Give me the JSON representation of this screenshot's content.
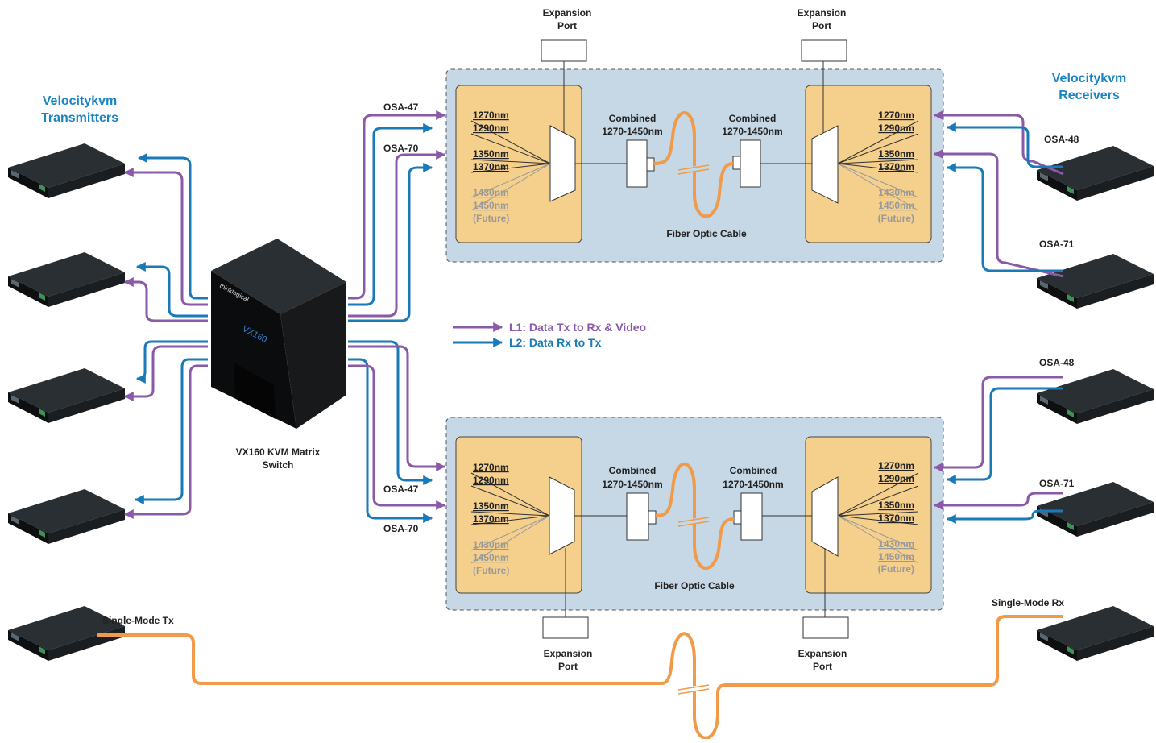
{
  "colors": {
    "l1_purple": "#8a5aa8",
    "l2_blue": "#1a7ab8",
    "fiber_orange": "#f09a4a",
    "mux_panel": "#c6d7e6",
    "wdm_box": "#f5cf8c",
    "title_blue": "#1b84c3"
  },
  "titles": {
    "transmitters_line1": "Velocitykvm",
    "transmitters_line2": "Transmitters",
    "receivers_line1": "Velocitykvm",
    "receivers_line2": "Receivers"
  },
  "switch": {
    "brand": "thinklogical",
    "model_badge": "VX160",
    "caption_line1": "VX160 KVM Matrix",
    "caption_line2": "Switch"
  },
  "legend": {
    "l1": "L1: Data Tx to Rx & Video",
    "l2": "L2: Data Rx to Tx"
  },
  "wavelengths": {
    "w1270": "1270nm",
    "w1290": "1290nm",
    "w1350": "1350nm",
    "w1370": "1370nm",
    "w1430": "1430nm",
    "w1450": "1450nm",
    "future": "(Future)"
  },
  "panel": {
    "combined_line1": "Combined",
    "combined_line2": "1270-1450nm",
    "fiber_label": "Fiber Optic Cable",
    "expansion_line1": "Expansion",
    "expansion_line2": "Port"
  },
  "osa": {
    "osa47": "OSA-47",
    "osa70": "OSA-70",
    "osa48": "OSA-48",
    "osa71": "OSA-71"
  },
  "single_mode": {
    "tx": "Single-Mode Tx",
    "rx": "Single-Mode Rx"
  }
}
